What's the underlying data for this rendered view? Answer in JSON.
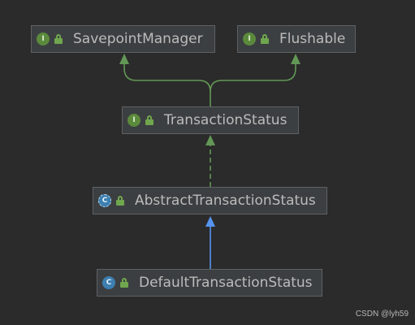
{
  "diagram": {
    "nodes": [
      {
        "id": "savepointmanager",
        "kind": "interface",
        "badge": "I",
        "label": "SavepointManager"
      },
      {
        "id": "flushable",
        "kind": "interface",
        "badge": "I",
        "label": "Flushable"
      },
      {
        "id": "transactionstatus",
        "kind": "interface",
        "badge": "I",
        "label": "TransactionStatus"
      },
      {
        "id": "abstracttransactionstatus",
        "kind": "abstract-class",
        "badge": "C",
        "label": "AbstractTransactionStatus"
      },
      {
        "id": "defaulttransactionstatus",
        "kind": "class",
        "badge": "C",
        "label": "DefaultTransactionStatus"
      }
    ],
    "edges": [
      {
        "from": "transactionstatus",
        "to": "savepointmanager",
        "relation": "extends"
      },
      {
        "from": "transactionstatus",
        "to": "flushable",
        "relation": "extends"
      },
      {
        "from": "abstracttransactionstatus",
        "to": "transactionstatus",
        "relation": "implements"
      },
      {
        "from": "defaulttransactionstatus",
        "to": "abstracttransactionstatus",
        "relation": "extends"
      }
    ],
    "colors": {
      "background": "#2b2b2b",
      "node_fill": "#3c3f41",
      "node_border": "#5f6163",
      "interface_badge": "#5b8a3c",
      "class_badge": "#3d7fb0",
      "green_edge": "#629755",
      "blue_edge": "#5694f0",
      "text": "#bbbbbb"
    }
  },
  "watermark": "CSDN @lyh59"
}
